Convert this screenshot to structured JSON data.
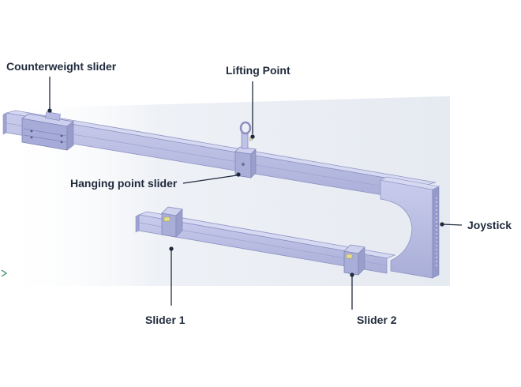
{
  "labels": {
    "counterweight_slider": "Counterweight slider",
    "lifting_point": "Lifting Point",
    "hanging_point_slider": "Hanging point slider",
    "joystick": "Joystick",
    "slider_1": "Slider 1",
    "slider_2": "Slider 2"
  },
  "colors": {
    "frame_face": "#b9bde2",
    "frame_top": "#d3d6f0",
    "frame_edge": "#8f94c4",
    "background_panel": "#e9edf3",
    "annotation_line": "#1f2a3c",
    "label_text": "#1f2a3c",
    "slider_highlight": "#e7df8a"
  }
}
